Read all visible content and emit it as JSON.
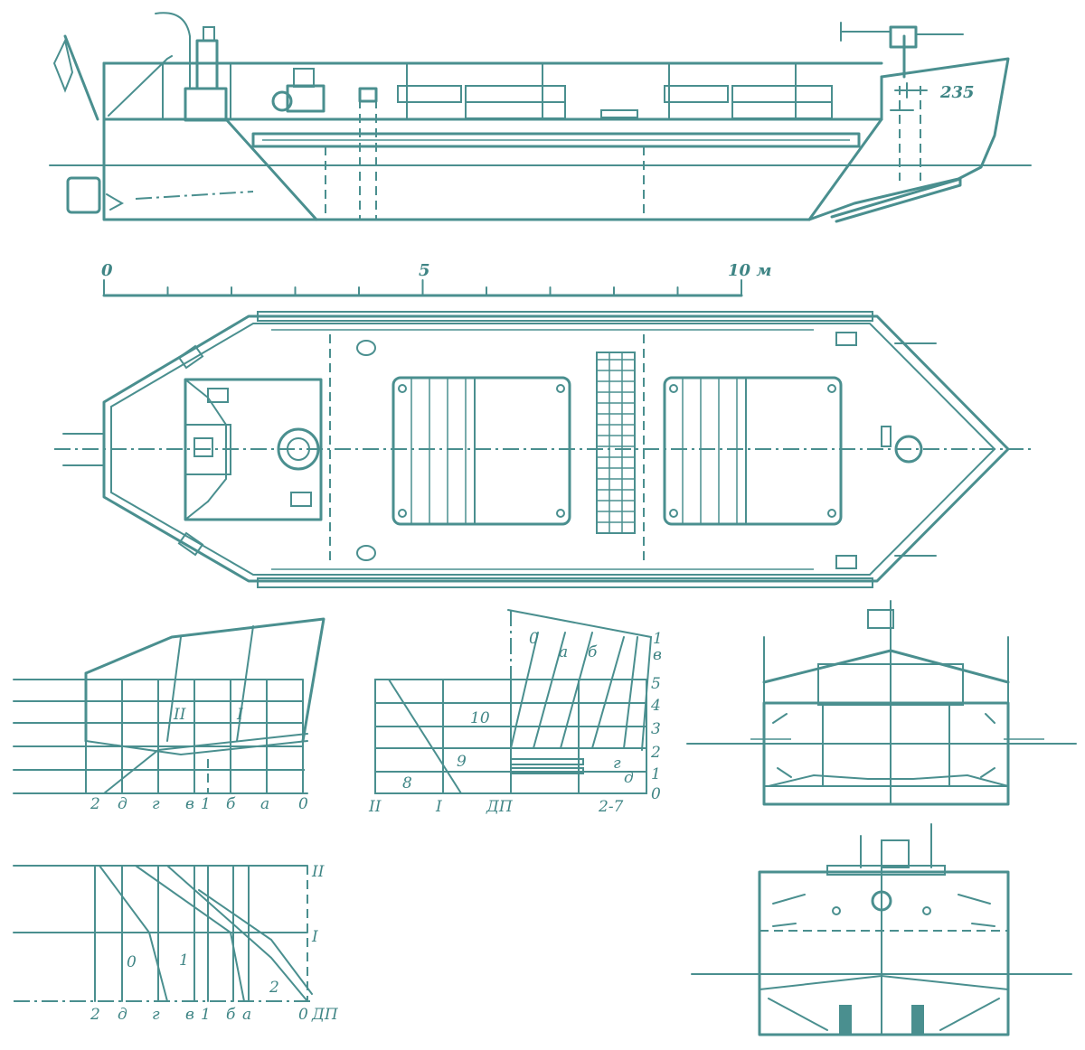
{
  "scale_bar": {
    "start": "0",
    "middle": "5",
    "end": "10 м"
  },
  "hull_number": "235",
  "waterline_plan": {
    "row_labels": [
      "II",
      "I"
    ],
    "station_labels": [
      "2",
      "д",
      "г",
      "в",
      "1",
      "б",
      "а",
      "0"
    ]
  },
  "body_plan": {
    "top_labels": [
      "0",
      "а",
      "б"
    ],
    "right_labels": [
      "1",
      "в",
      "5",
      "4",
      "3",
      "2",
      "1",
      "0"
    ],
    "bottom_labels": [
      "II",
      "I",
      "ДП",
      "2-7"
    ],
    "inner_labels": [
      "10",
      "9",
      "8",
      "г",
      "д"
    ]
  },
  "buttock_plan": {
    "right_labels": [
      "II",
      "I",
      "ДП"
    ],
    "inner_labels": [
      "0",
      "1",
      "2"
    ],
    "station_labels": [
      "2",
      "д",
      "г",
      "в",
      "1",
      "б",
      "а",
      "0"
    ]
  }
}
